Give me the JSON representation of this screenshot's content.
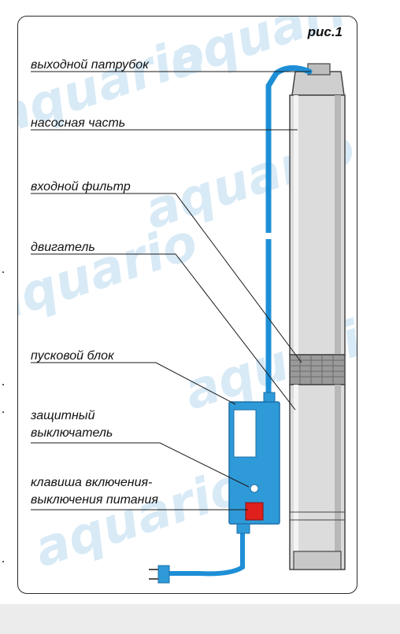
{
  "figure_label": "рис.1",
  "labels": {
    "outlet": "выходной патрубок",
    "pump_part": "насосная часть",
    "inlet_filter": "входной фильтр",
    "motor": "двигатель",
    "start_unit": "пусковой блок",
    "protective_switch_l1": "защитный",
    "protective_switch_l2": "выключатель",
    "power_key_l1": "клавиша включения-",
    "power_key_l2": "выключения питания"
  },
  "watermark_text": "aquario",
  "colors": {
    "cable": "#1e8fd6",
    "control_box": "#2f9ad8",
    "power_key": "#e0201c",
    "pump_body": "#d9d9d9",
    "filter": "#9a9a9a",
    "frame": "#2a2a2a"
  }
}
